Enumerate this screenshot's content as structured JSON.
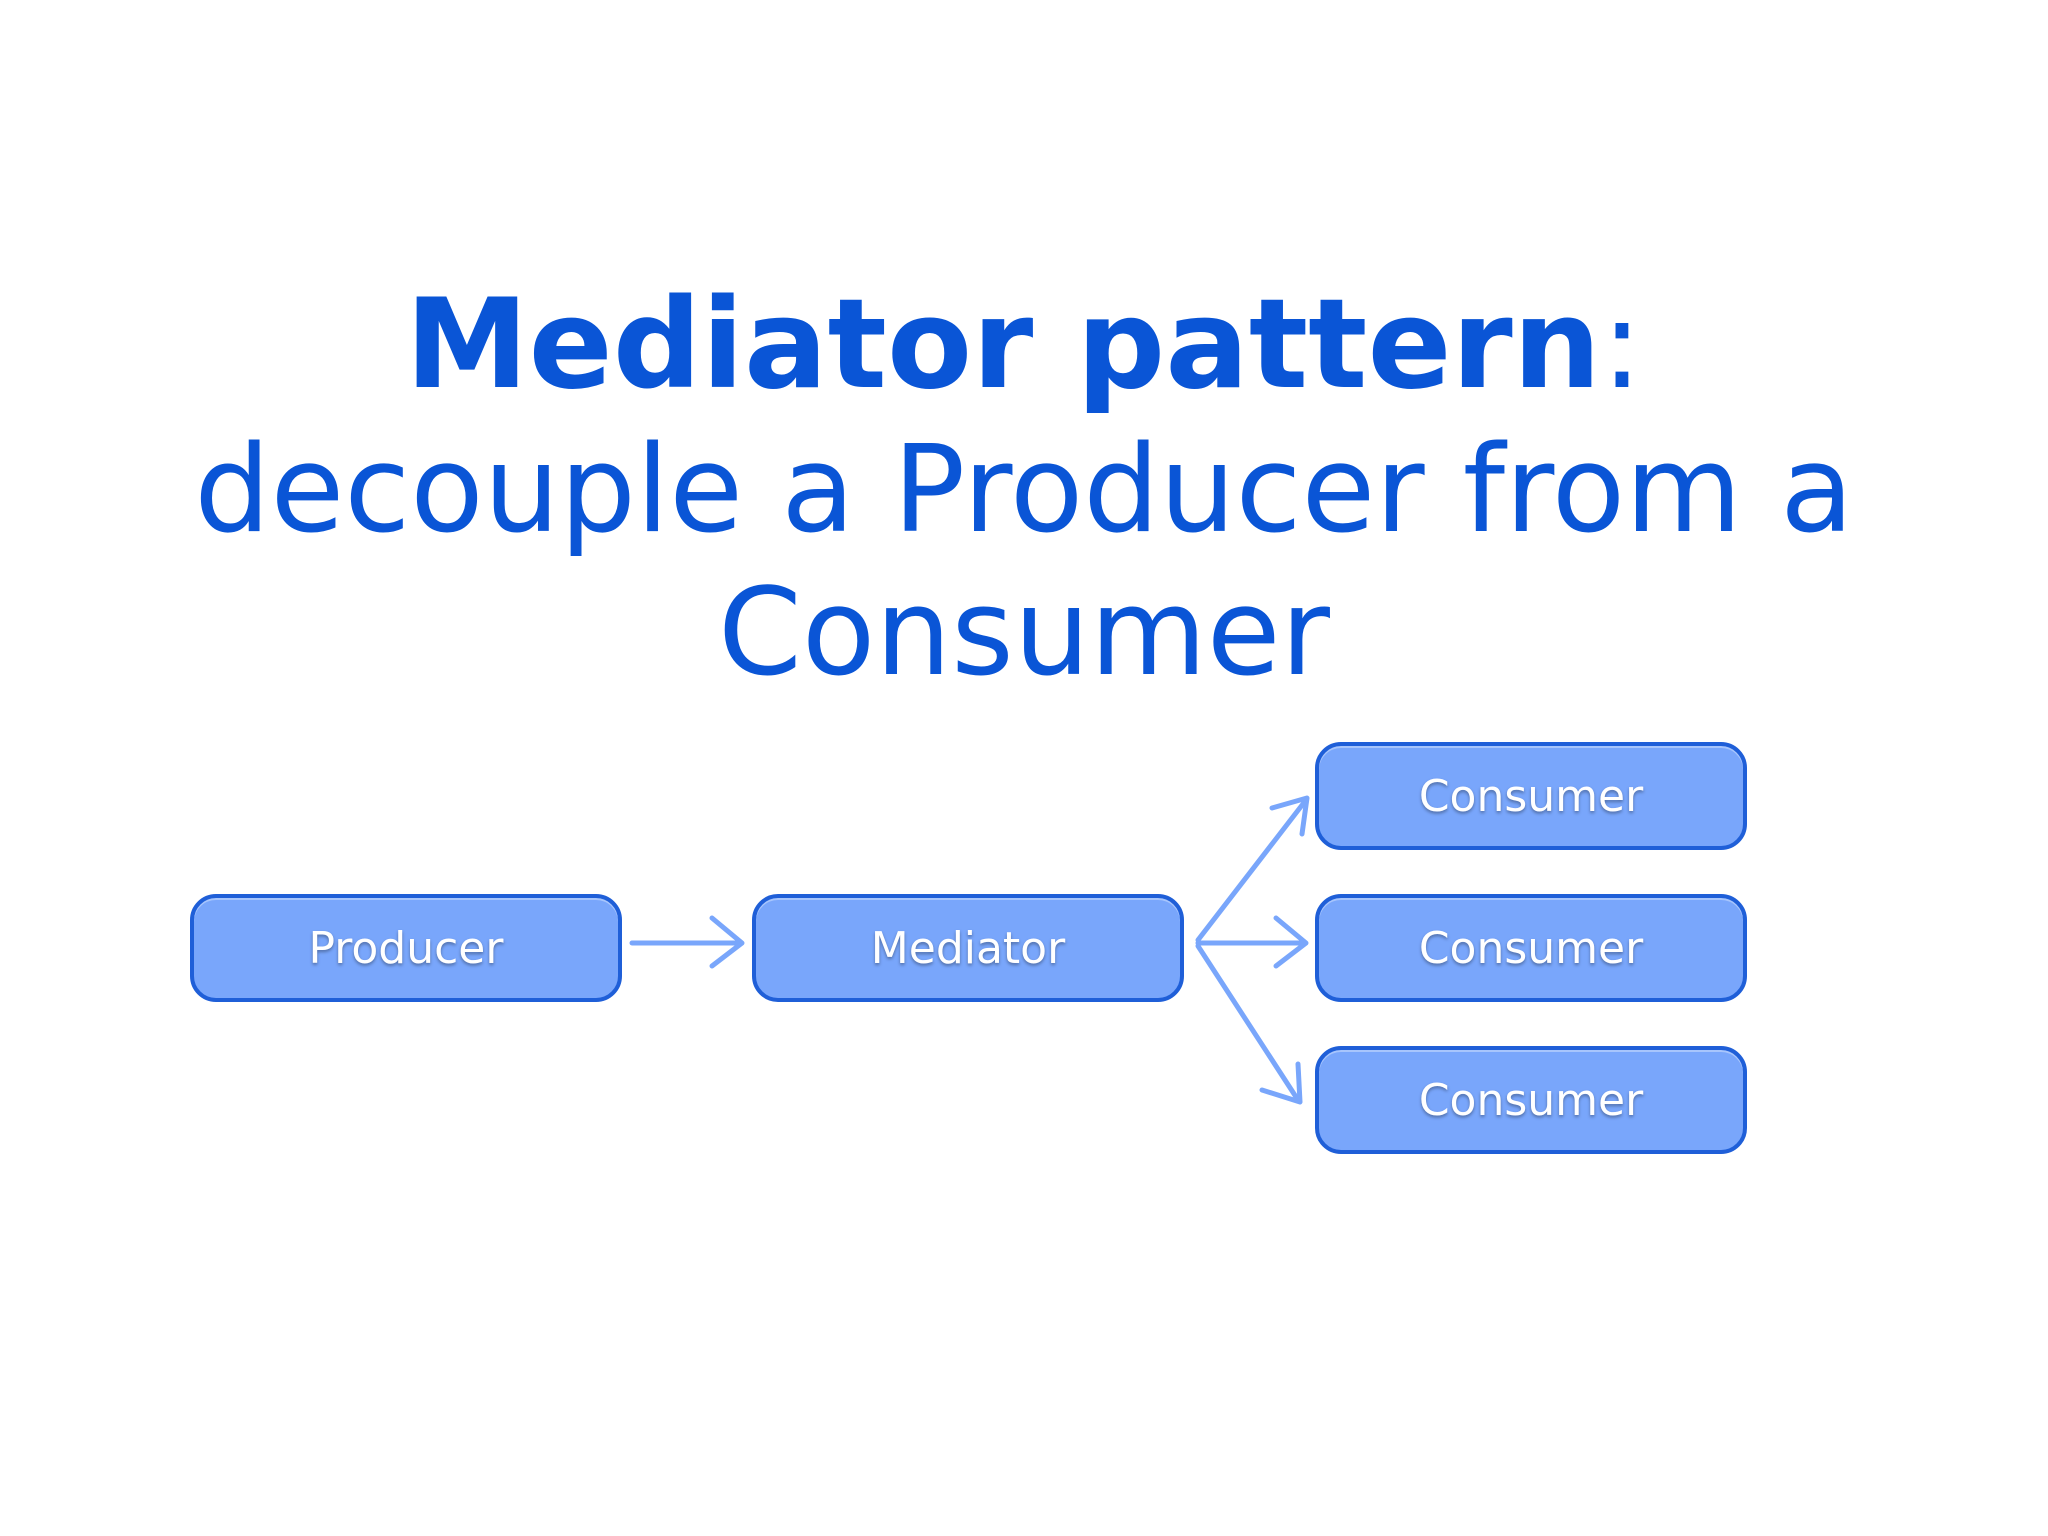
{
  "title": {
    "bold": "Mediator pattern",
    "colon": ":",
    "subtitle_line1": "decouple a Producer from a",
    "subtitle_line2": "Consumer"
  },
  "nodes": {
    "producer": "Producer",
    "mediator": "Mediator",
    "consumer_top": "Consumer",
    "consumer_middle": "Consumer",
    "consumer_bottom": "Consumer"
  },
  "colors": {
    "title": "#0a55d6",
    "node_fill": "#79a6fb",
    "node_border": "#1f5fd8",
    "arrow": "#79a6fb"
  }
}
